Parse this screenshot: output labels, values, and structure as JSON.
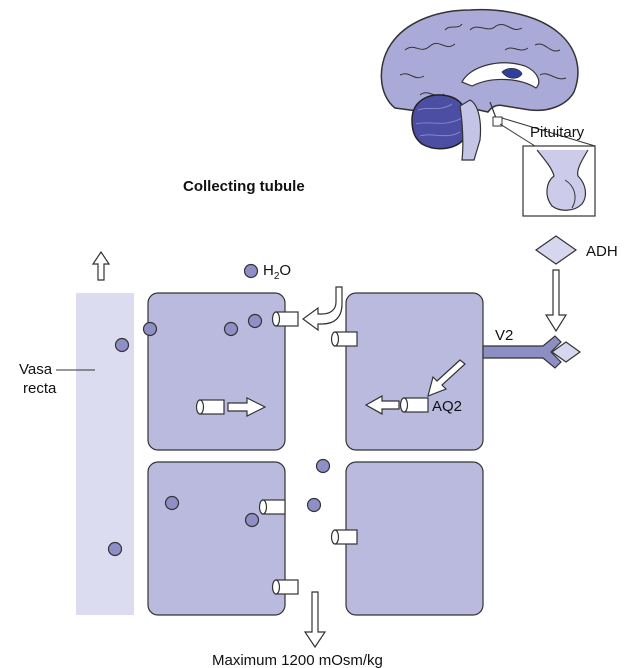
{
  "title": "Collecting tubule",
  "labels": {
    "pituitary": "Pituitary",
    "water_main": "H",
    "water_sub": "2",
    "water_tail": "O",
    "hormone": "ADH",
    "receptor": "V2",
    "channel": "AQ2",
    "vasa_line1": "Vasa",
    "vasa_line2": "recta",
    "max_value": "Maximum 1200",
    "max_unit": "mOsm/kg"
  },
  "colors": {
    "cell_fill": "#b9bade",
    "cell_stroke": "#333333",
    "vasa_fill": "#dcdcf0",
    "particle_fill": "#8e8fc6",
    "receptor_fill": "#8d8ec4",
    "brain_fill": "#a9aad8",
    "cerebellum_fill": "#4b4ea2",
    "ventricle_fill": "#2e3fa0"
  },
  "icons": [
    "brain-icon",
    "pituitary-gland-icon",
    "adh-diamond-icon",
    "v2-receptor-icon",
    "aquaporin-channel-icon",
    "arrow-icon"
  ]
}
